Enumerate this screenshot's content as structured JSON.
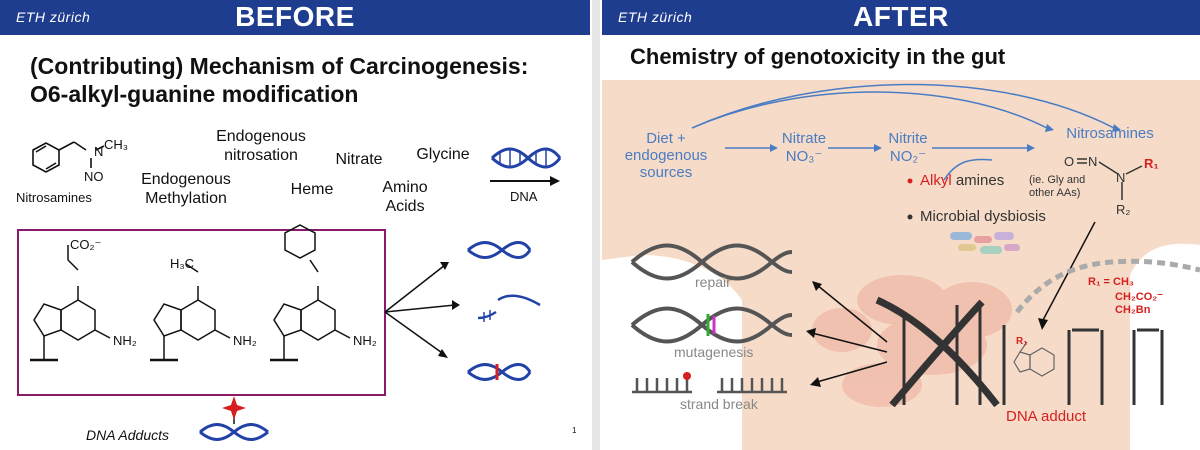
{
  "before": {
    "brand": "ETH zürich",
    "banner": "BEFORE",
    "title_line1": "(Contributing) Mechanism of Carcinogenesis:",
    "title_line2": "O6-alkyl-guanine modification",
    "nitrosamine_label": "Nitrosamines",
    "ch3": "CH₃",
    "n": "N",
    "no": "NO",
    "labels": {
      "endo_nitrosation": "Endogenous nitrosation",
      "endo_methylation": "Endogenous Methylation",
      "nitrate": "Nitrate",
      "glycine": "Glycine",
      "heme": "Heme",
      "amino_acids": "Amino Acids",
      "dna": "DNA"
    },
    "adduct_groups": {
      "a": "CO₂⁻",
      "b": "H₃C",
      "nh2": "NH₂"
    },
    "dna_adducts": "DNA Adducts",
    "page_number": "1"
  },
  "after": {
    "brand": "ETH zürich",
    "banner": "AFTER",
    "title": "Chemistry of genotoxicity in the gut",
    "flow": {
      "diet": "Diet + endogenous sources",
      "nitrate": "Nitrate",
      "nitrate_formula": "NO₃⁻",
      "nitrite": "Nitrite",
      "nitrite_formula": "NO₂⁻",
      "nitrosamines": "Nitrosamines"
    },
    "bullets": {
      "alkyl_word": "Alkyl",
      "alkyl_rest": " amines",
      "alkyl_note": "(ie. Gly and other AAs)",
      "dysbiosis": "Microbial dysbiosis"
    },
    "structure": {
      "o": "O",
      "n1": "N",
      "n2": "N",
      "r1": "R₁",
      "r2": "R₂"
    },
    "r1_defs": {
      "line1": "R₁ = CH₃",
      "line2": "CH₂CO₂⁻",
      "line3": "CH₂Bn"
    },
    "outcomes": {
      "repair": "repair",
      "mutagenesis": "mutagenesis",
      "strand_break": "strand break"
    },
    "dna_adduct": "DNA adduct",
    "adduct_r1": "R₁"
  },
  "colors": {
    "banner": "#1f3d8f",
    "dna_blue": "#2242a8",
    "red": "#d62020",
    "flow_blue": "#4a7cc4",
    "body_tint": "#f6dcc8",
    "frame": "#8a1a6a"
  }
}
